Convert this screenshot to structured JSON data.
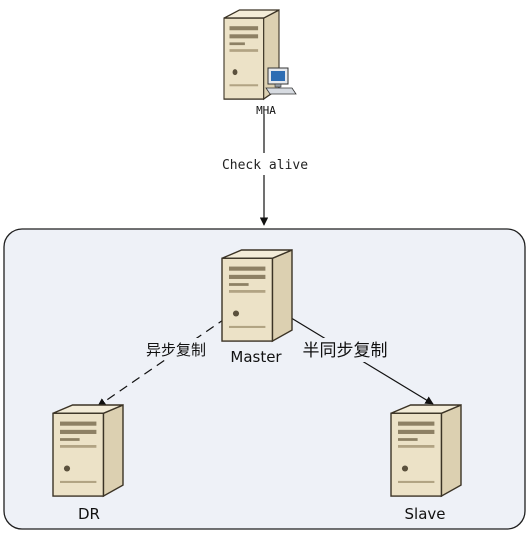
{
  "nodes": {
    "mha": {
      "label": "MHA"
    },
    "master": {
      "label": "Master"
    },
    "dr": {
      "label": "DR"
    },
    "slave": {
      "label": "Slave"
    }
  },
  "edges": {
    "check_alive": {
      "label": "Check alive"
    },
    "async_replication": {
      "label": "异步复制"
    },
    "semi_sync_replication": {
      "label": "半同步复制"
    }
  },
  "colors": {
    "cluster_fill": "#eef1f7",
    "cluster_stroke": "#1f1f1f",
    "server_body": "#dcd0b1",
    "server_front": "#ece2c7",
    "server_top": "#f3ecd8",
    "server_stroke": "#3b3325",
    "line": "#111111"
  }
}
